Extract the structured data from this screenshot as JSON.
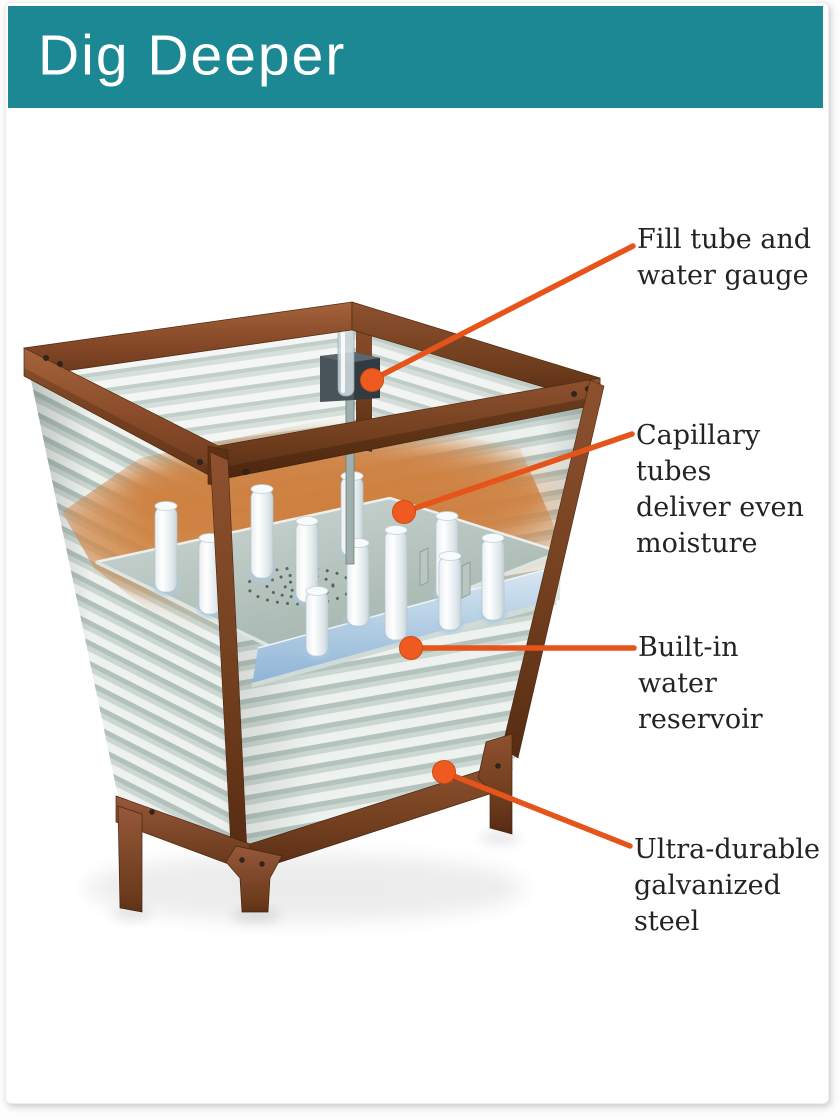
{
  "header": {
    "title": "Dig Deeper",
    "bg_color": "#1b8894",
    "text_color": "#ffffff"
  },
  "illustration": {
    "name": "galvanized-self-watering-planter-cutaway",
    "accent_color": "#e8551c",
    "dot_color": "#ee5a1f"
  },
  "callouts": [
    {
      "label": "Fill tube and\nwater gauge"
    },
    {
      "label": "Capillary tubes\ndeliver even\nmoisture"
    },
    {
      "label": "Built-in\nwater reservoir"
    },
    {
      "label": "Ultra-durable\ngalvanized steel"
    }
  ]
}
